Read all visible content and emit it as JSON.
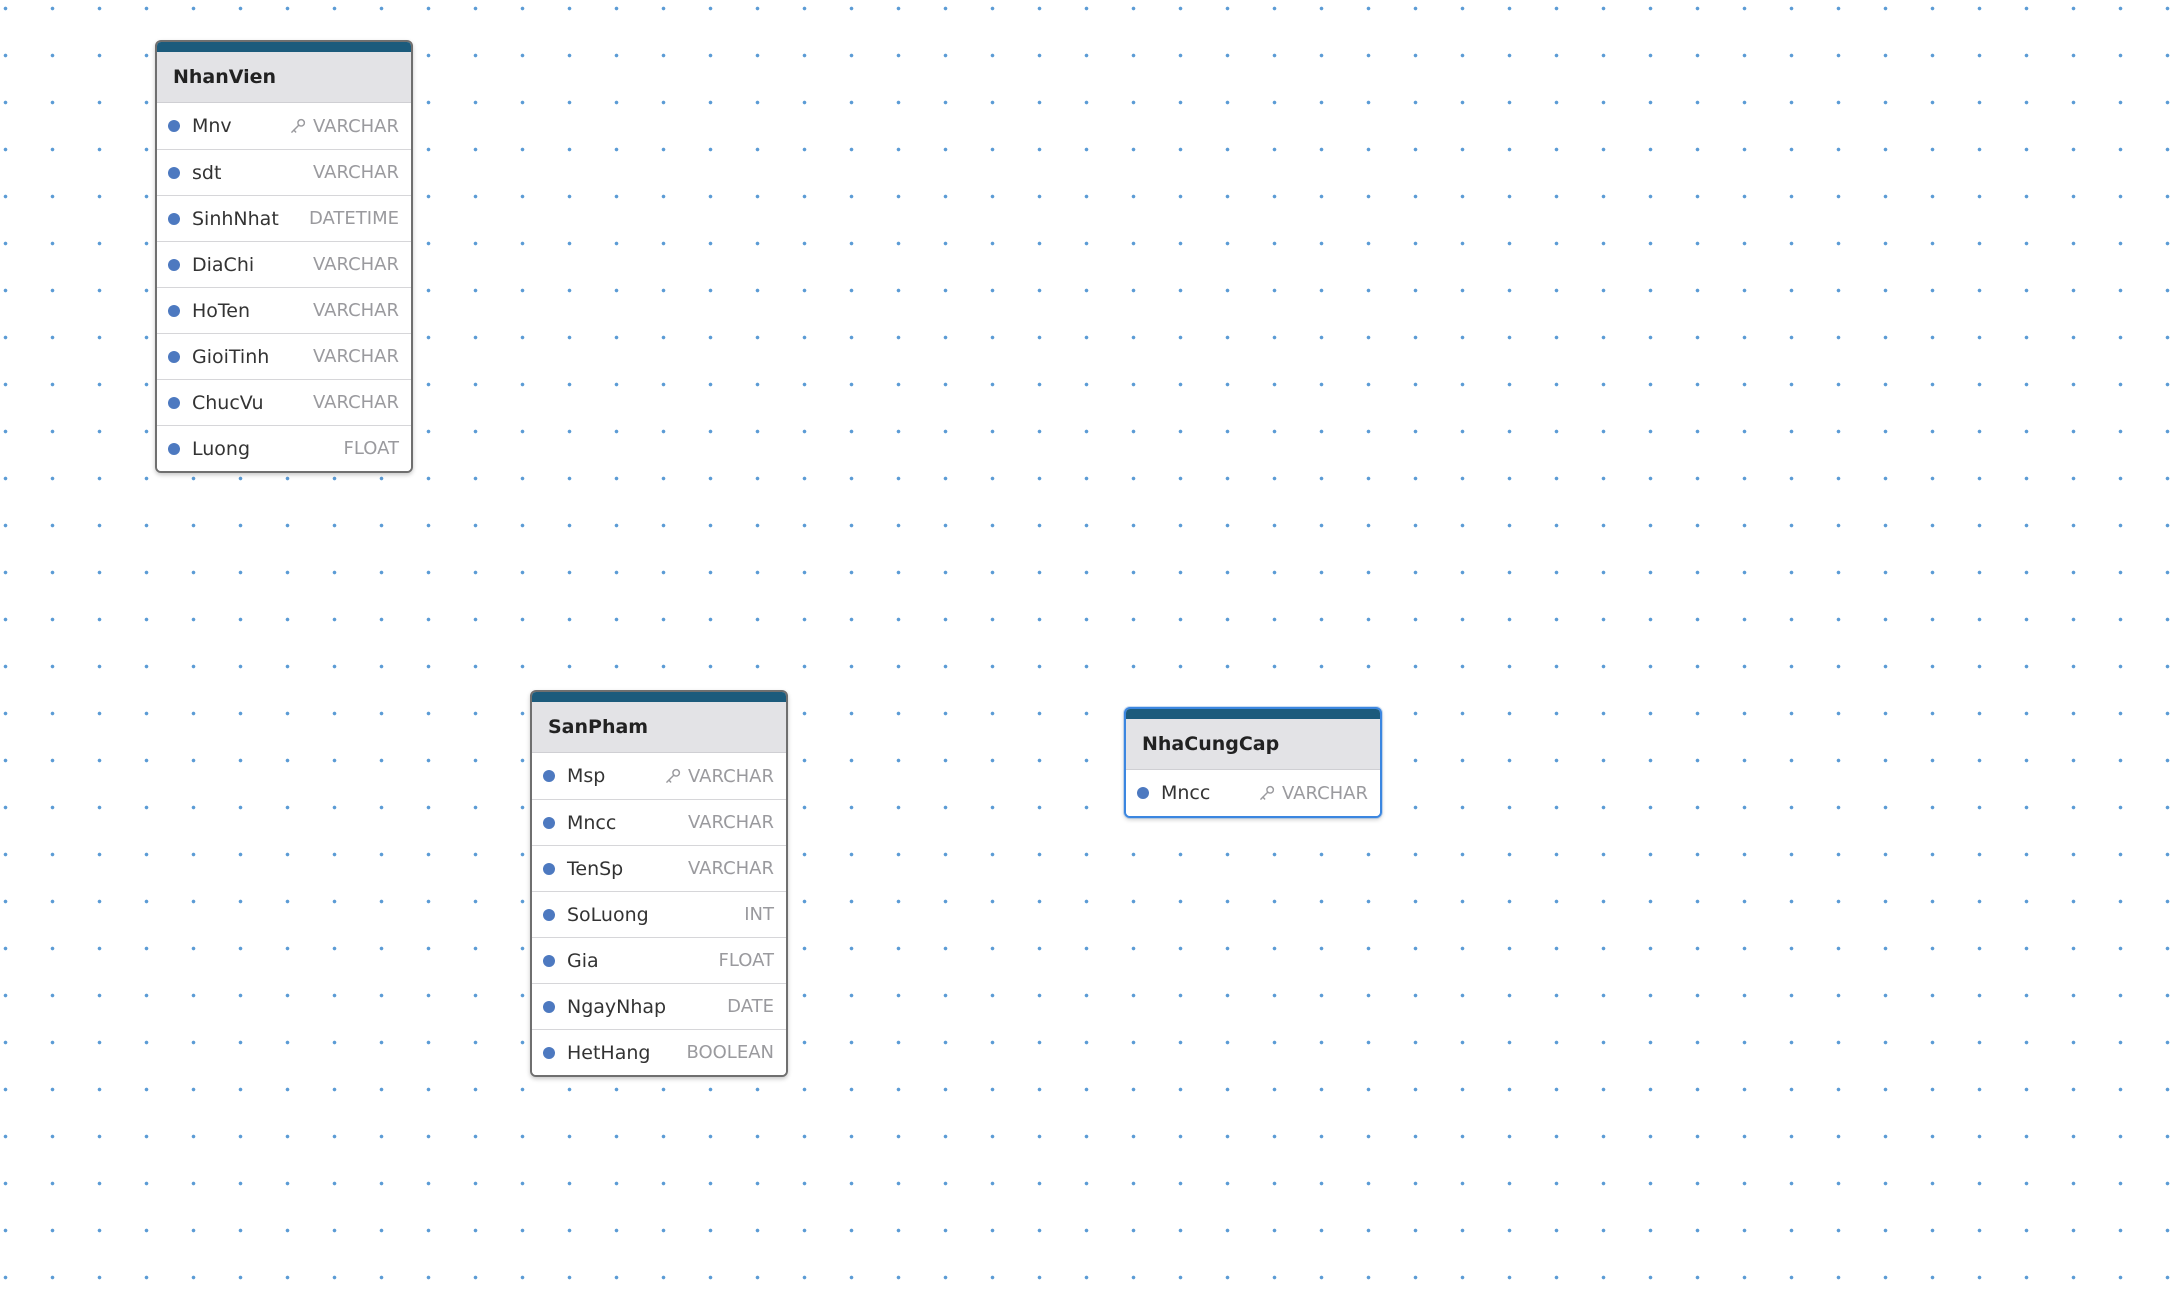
{
  "tables": [
    {
      "id": "nhanvien",
      "name": "NhanVien",
      "selected": false,
      "fields": [
        {
          "name": "Mnv",
          "type": "VARCHAR",
          "primary_key": true
        },
        {
          "name": "sdt",
          "type": "VARCHAR",
          "primary_key": false
        },
        {
          "name": "SinhNhat",
          "type": "DATETIME",
          "primary_key": false
        },
        {
          "name": "DiaChi",
          "type": "VARCHAR",
          "primary_key": false
        },
        {
          "name": "HoTen",
          "type": "VARCHAR",
          "primary_key": false
        },
        {
          "name": "GioiTinh",
          "type": "VARCHAR",
          "primary_key": false
        },
        {
          "name": "ChucVu",
          "type": "VARCHAR",
          "primary_key": false
        },
        {
          "name": "Luong",
          "type": "FLOAT",
          "primary_key": false
        }
      ]
    },
    {
      "id": "sanpham",
      "name": "SanPham",
      "selected": false,
      "fields": [
        {
          "name": "Msp",
          "type": "VARCHAR",
          "primary_key": true
        },
        {
          "name": "Mncc",
          "type": "VARCHAR",
          "primary_key": false
        },
        {
          "name": "TenSp",
          "type": "VARCHAR",
          "primary_key": false
        },
        {
          "name": "SoLuong",
          "type": "INT",
          "primary_key": false
        },
        {
          "name": "Gia",
          "type": "FLOAT",
          "primary_key": false
        },
        {
          "name": "NgayNhap",
          "type": "DATE",
          "primary_key": false
        },
        {
          "name": "HetHang",
          "type": "BOOLEAN",
          "primary_key": false
        }
      ]
    },
    {
      "id": "nhacungcap",
      "name": "NhaCungCap",
      "selected": true,
      "fields": [
        {
          "name": "Mncc",
          "type": "VARCHAR",
          "primary_key": true
        }
      ]
    }
  ],
  "colors": {
    "header_bar": "#1c5b7c",
    "field_dot": "#4d79c0",
    "selected_border": "#3b86e0",
    "grid_dot": "#5b9bd5"
  }
}
